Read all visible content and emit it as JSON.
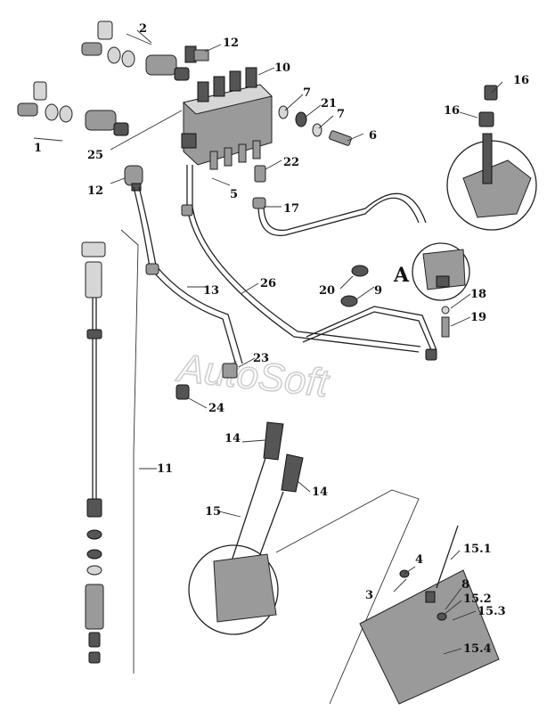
{
  "watermark": "AutoSoft",
  "detail_letter": "A",
  "callouts": {
    "c1": "1",
    "c2": "2",
    "c3": "3",
    "c4": "4",
    "c5": "5",
    "c6": "6",
    "c7a": "7",
    "c7b": "7",
    "c8": "8",
    "c9": "9",
    "c10": "10",
    "c11": "11",
    "c12a": "12",
    "c12b": "12",
    "c13": "13",
    "c14a": "14",
    "c14b": "14",
    "c15": "15",
    "c15_1": "15.1",
    "c15_2": "15.2",
    "c15_3": "15.3",
    "c15_4": "15.4",
    "c16a": "16",
    "c16b": "16",
    "c17": "17",
    "c18": "18",
    "c19": "19",
    "c20": "20",
    "c21": "21",
    "c22": "22",
    "c23": "23",
    "c24": "24",
    "c25": "25",
    "c26": "26"
  }
}
